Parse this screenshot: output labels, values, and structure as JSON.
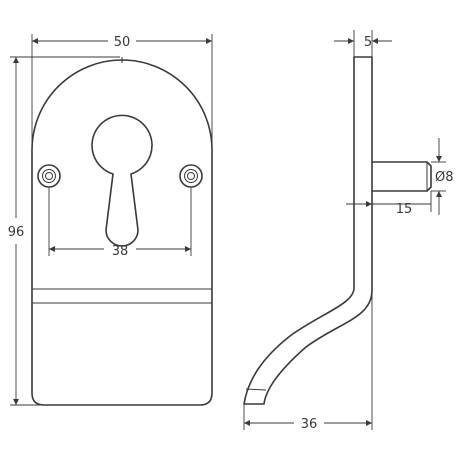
{
  "front_view": {
    "width_label": "50",
    "height_label": "96",
    "hole_spacing_label": "38"
  },
  "side_view": {
    "thickness_label": "5",
    "pin_diameter_label": "Ø8",
    "pin_length_label": "15",
    "depth_label": "36"
  }
}
